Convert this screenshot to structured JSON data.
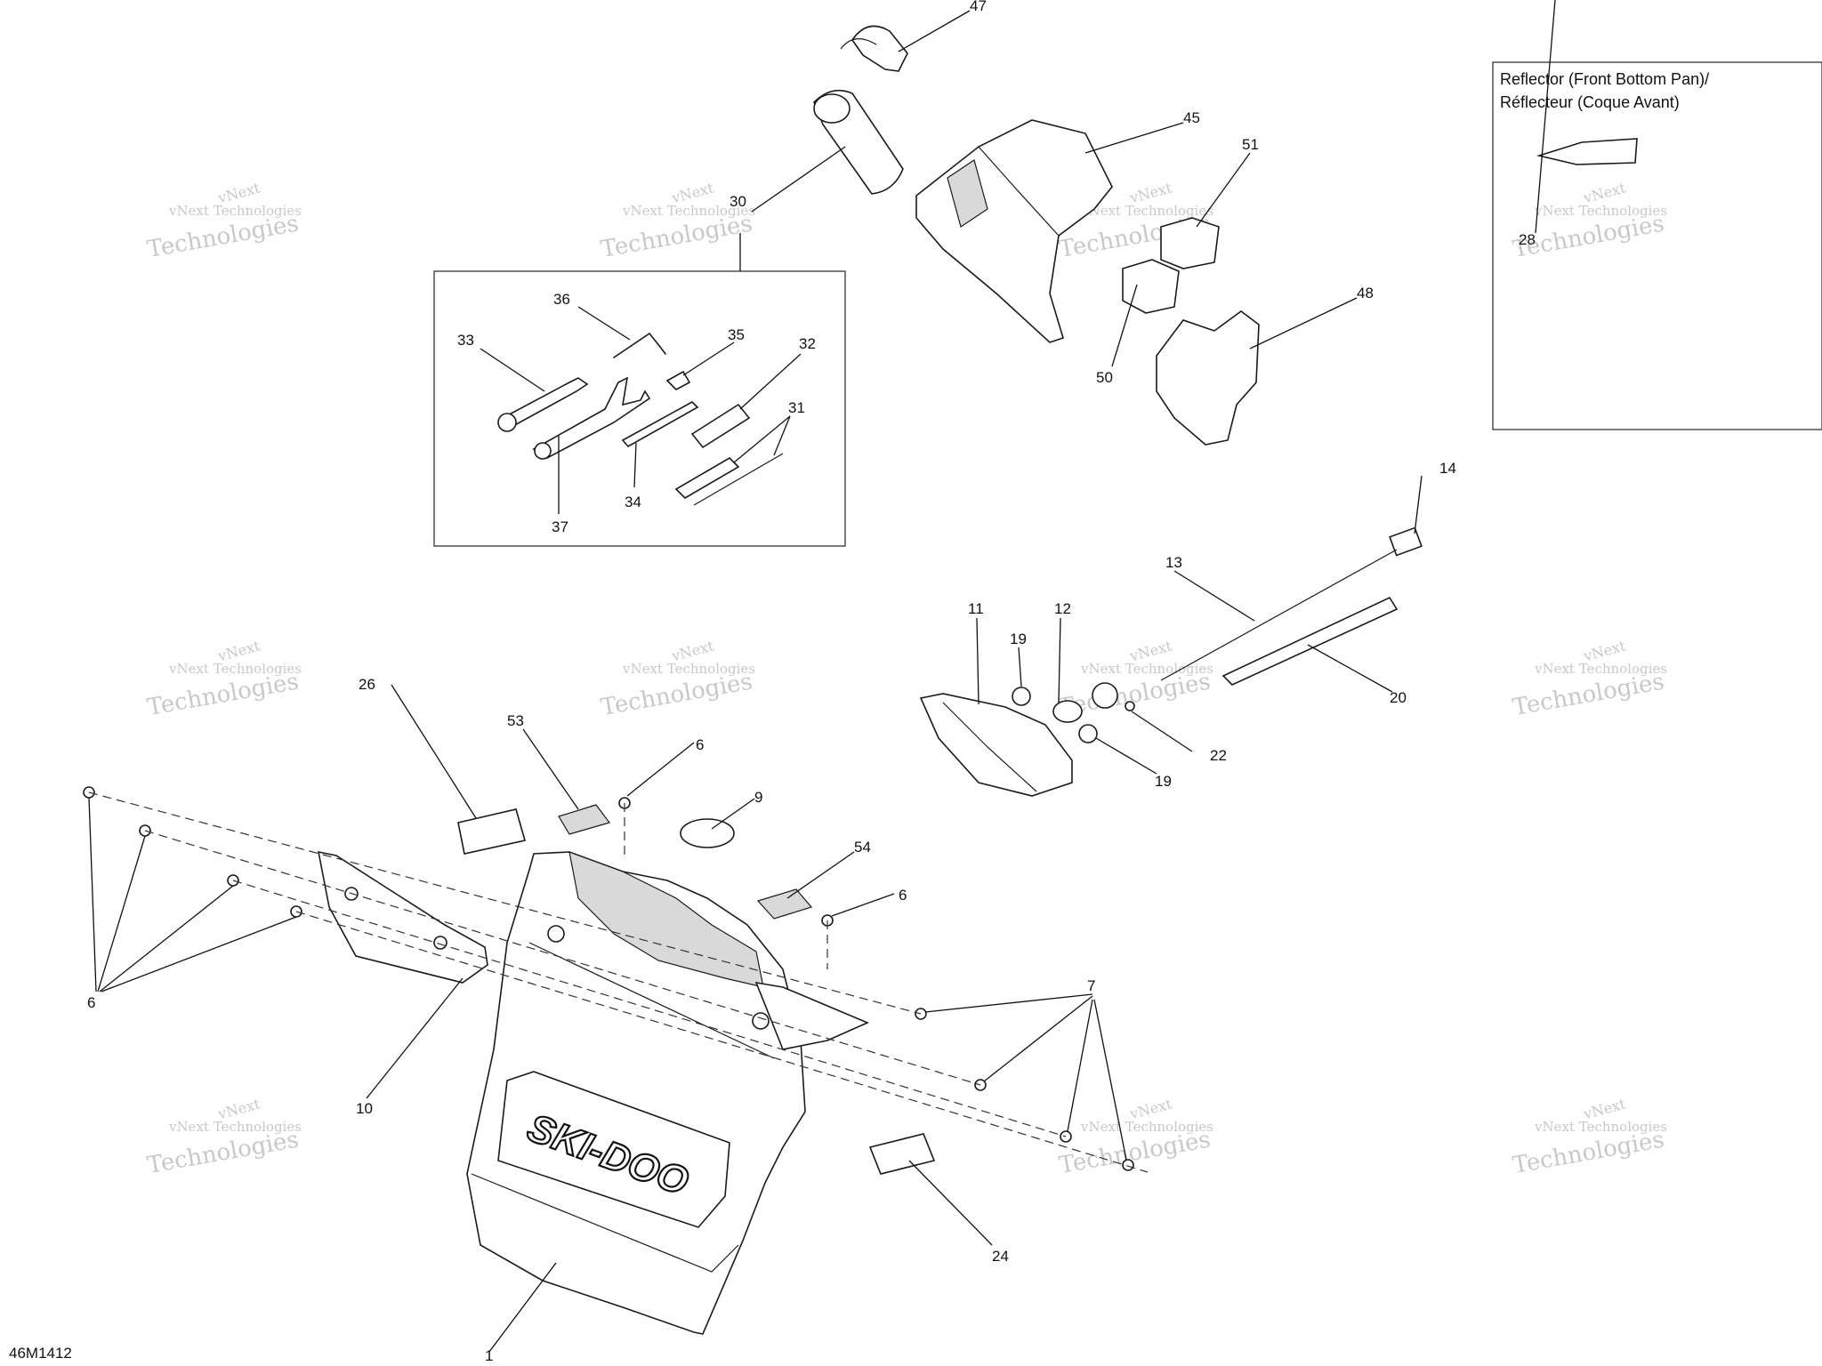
{
  "figure": {
    "code": "46M1412"
  },
  "inset": {
    "title_line1": "Reflector (Front Bottom Pan)/",
    "title_line2": "Réflecteur (Coque Avant)"
  },
  "watermark": {
    "line1": "vNext",
    "line2": "vNext Technologies",
    "line3": "Technologies"
  },
  "callouts": {
    "c1": "1",
    "c6a": "6",
    "c6b": "6",
    "c6c": "6",
    "c7": "7",
    "c9": "9",
    "c10": "10",
    "c11": "11",
    "c12": "12",
    "c13": "13",
    "c14": "14",
    "c19a": "19",
    "c19b": "19",
    "c20": "20",
    "c22": "22",
    "c24": "24",
    "c26": "26",
    "c28": "28",
    "c30": "30",
    "c31": "31",
    "c32": "32",
    "c33": "33",
    "c34": "34",
    "c35": "35",
    "c36": "36",
    "c37": "37",
    "c45": "45",
    "c47": "47",
    "c48": "48",
    "c50": "50",
    "c51": "51",
    "c53": "53",
    "c54": "54"
  }
}
